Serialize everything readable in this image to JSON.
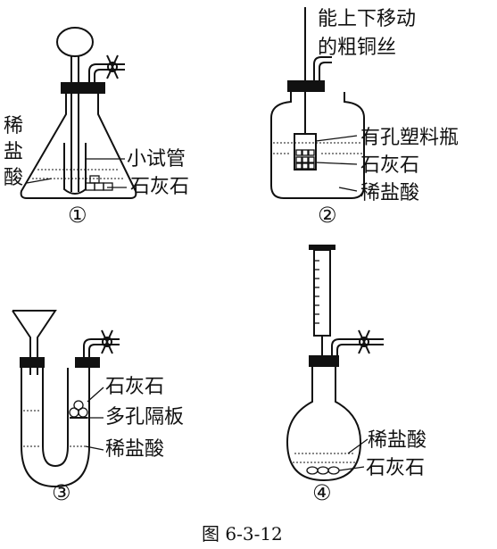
{
  "apparatus": [
    {
      "number": "①",
      "labels": {
        "acid": [
          "稀",
          "盐",
          "酸"
        ],
        "tube": "小试管",
        "stone": "石灰石"
      }
    },
    {
      "number": "②",
      "labels": {
        "wire": [
          "能上下移动",
          "的粗铜丝"
        ],
        "bottle": "有孔塑料瓶",
        "stone": "石灰石",
        "acid": "稀盐酸"
      }
    },
    {
      "number": "③",
      "labels": {
        "stone": "石灰石",
        "plate": "多孔隔板",
        "acid": "稀盐酸"
      }
    },
    {
      "number": "④",
      "labels": {
        "acid": "稀盐酸",
        "stone": "石灰石"
      }
    }
  ],
  "caption": "图 6-3-12"
}
